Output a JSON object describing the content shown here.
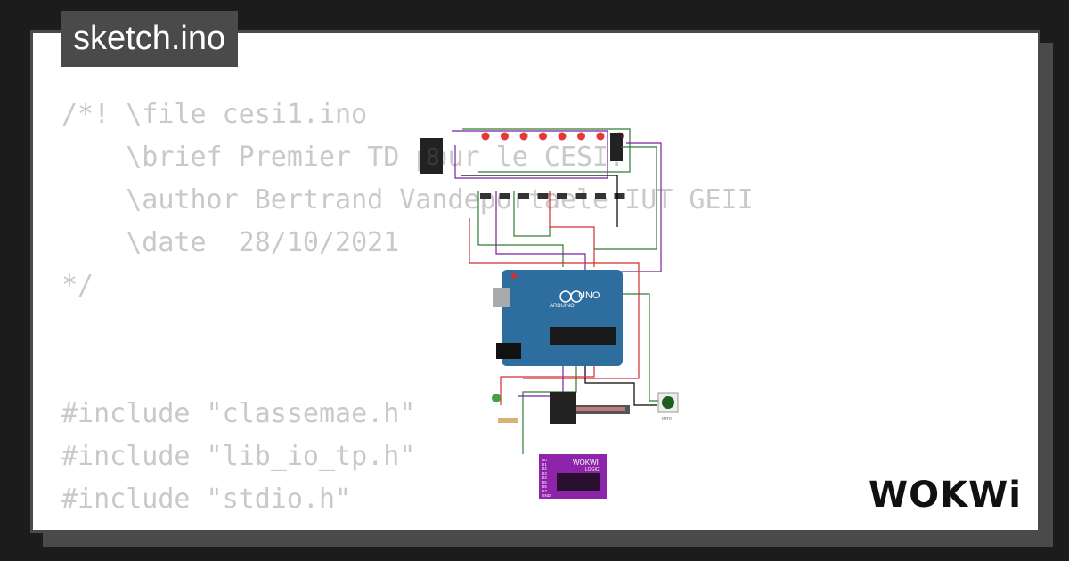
{
  "tab": {
    "filename": "sketch.ino"
  },
  "code": {
    "lines": [
      "/*! \\file cesi1.ino",
      "    \\brief Premier TD pour le CESI.",
      "    \\author Bertrand Vandeportaele IUT GEII",
      "    \\date  28/10/2021",
      "*/",
      "",
      "",
      "#include \"classemae.h\"",
      "#include \"lib_io_tp.h\"",
      "#include \"stdio.h\""
    ]
  },
  "circuit": {
    "board_label": "UNO",
    "board_brand": "ARDUINO",
    "logic_brand": "WOKWI",
    "logic_subtitle": "LOGIC",
    "logic_pins": [
      "D0",
      "D1",
      "D2",
      "D3",
      "D4",
      "D5",
      "D6",
      "D7",
      "GND"
    ],
    "button_label": "INT0",
    "led_color": "#e53935",
    "wire_colors": [
      "#2e7d32",
      "#7b1fa2",
      "#d32f2f",
      "#000000",
      "#1565c0",
      "#f9a825"
    ],
    "board_color": "#2d6e9e"
  },
  "brand": {
    "logo": "WOKWi"
  }
}
